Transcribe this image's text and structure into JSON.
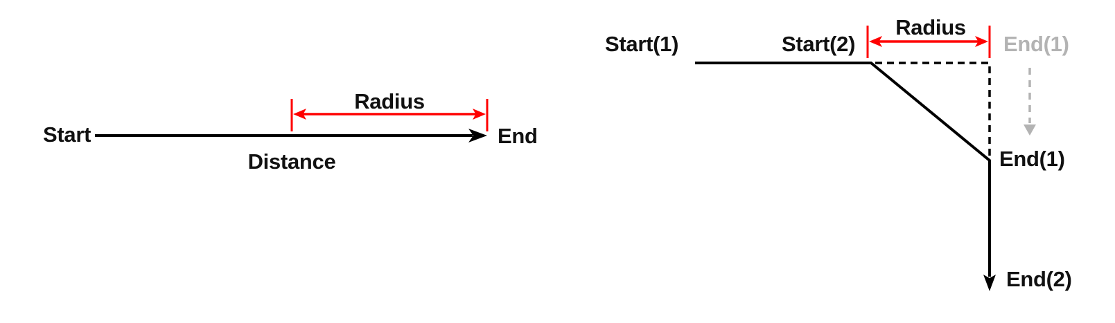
{
  "colors": {
    "stroke": "#000000",
    "measure": "#ff0000",
    "ghost": "#b3b3b3",
    "text": "#111111",
    "background": "#ffffff"
  },
  "left_diagram": {
    "start_label": "Start",
    "end_label": "End",
    "radius_label": "Radius",
    "distance_label": "Distance"
  },
  "right_diagram": {
    "start1_label": "Start(1)",
    "start2_label": "Start(2)",
    "radius_label": "Radius",
    "end1_original_label": "End(1)",
    "end1_label": "End(1)",
    "end2_label": "End(2)"
  }
}
